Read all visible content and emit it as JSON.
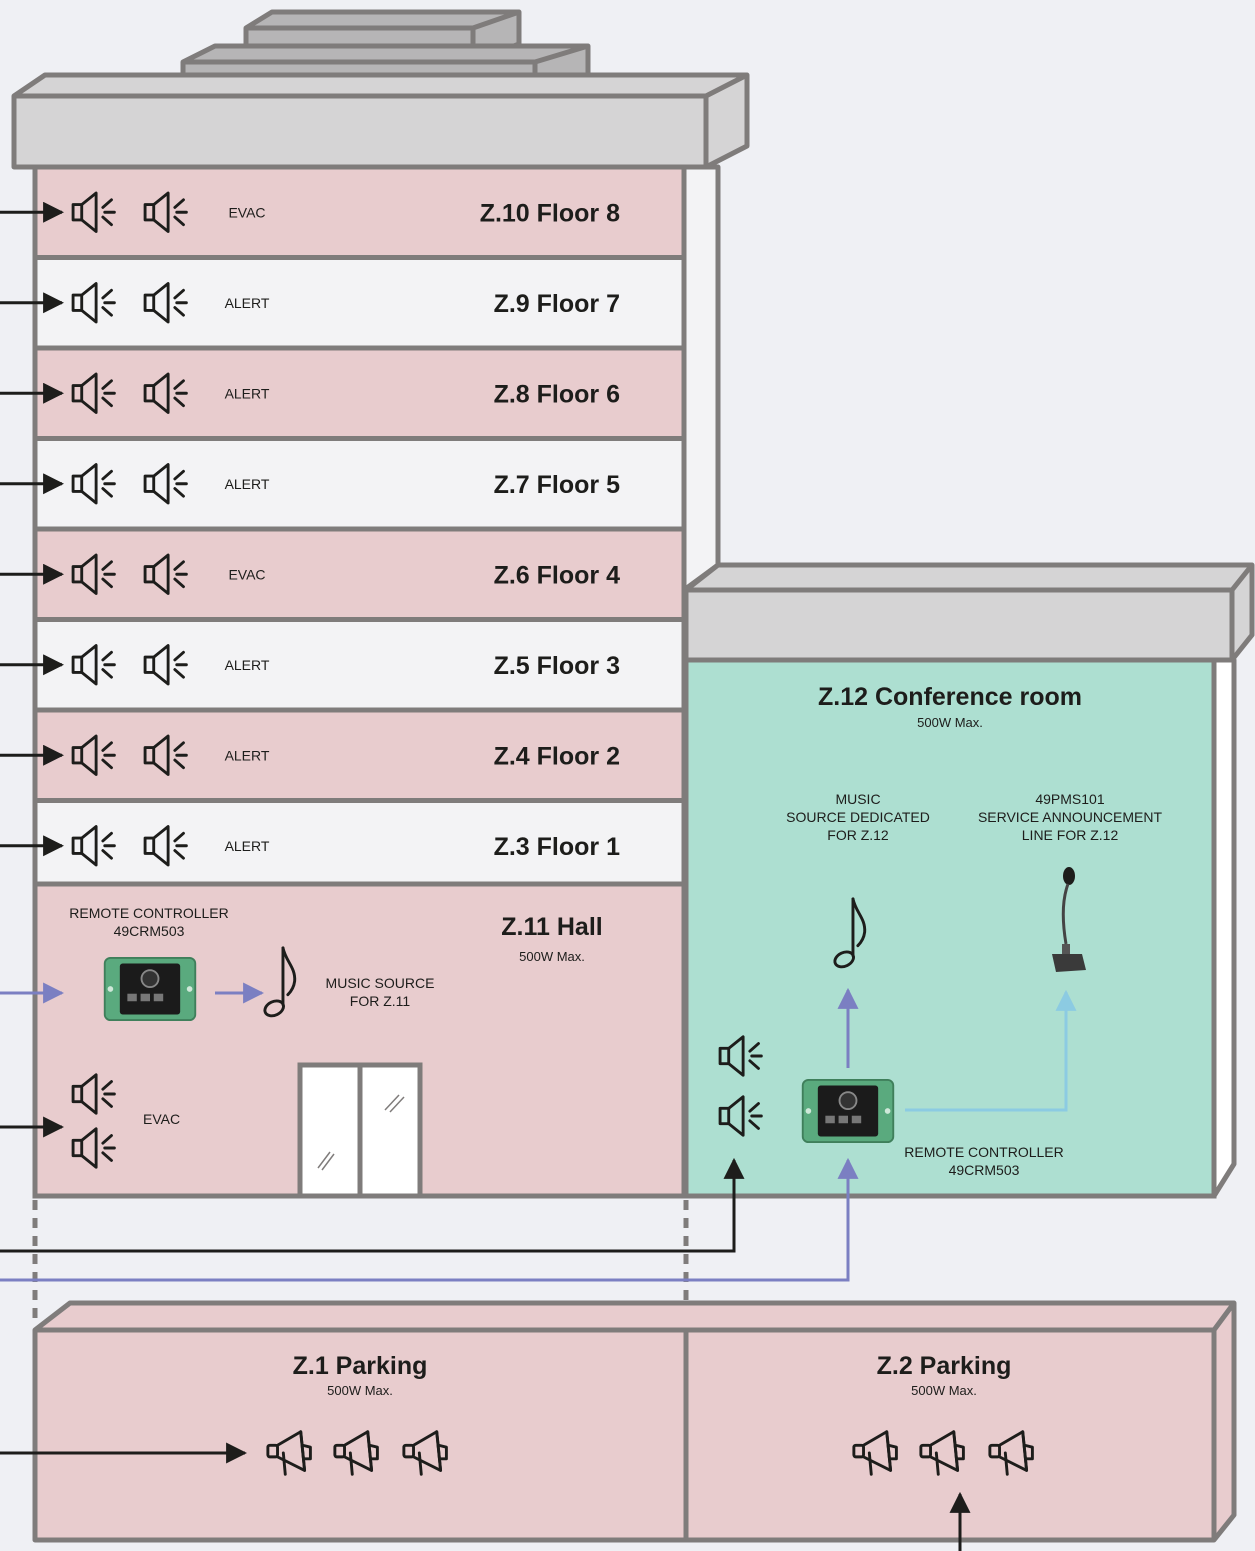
{
  "colors": {
    "background": "#eff0f4",
    "wall": "#7f7c7b",
    "roof_light": "#d5d4d5",
    "roof_dark": "#b6b5b6",
    "floor_pink": "#e8ccce",
    "floor_white": "#f3f3f5",
    "conference": "#addfd1",
    "music_line": "#7b7fc2",
    "mic_line": "#8ccbe2",
    "speaker_line": "#1d1d1b"
  },
  "floors": [
    {
      "zone": "Z.10 Floor 8",
      "mode": "EVAC",
      "shade": "pink"
    },
    {
      "zone": "Z.9 Floor 7",
      "mode": "ALERT",
      "shade": "white"
    },
    {
      "zone": "Z.8 Floor 6",
      "mode": "ALERT",
      "shade": "pink"
    },
    {
      "zone": "Z.7 Floor 5",
      "mode": "ALERT",
      "shade": "white"
    },
    {
      "zone": "Z.6 Floor 4",
      "mode": "EVAC",
      "shade": "pink"
    },
    {
      "zone": "Z.5 Floor 3",
      "mode": "ALERT",
      "shade": "white"
    },
    {
      "zone": "Z.4 Floor 2",
      "mode": "ALERT",
      "shade": "pink"
    },
    {
      "zone": "Z.3 Floor 1",
      "mode": "ALERT",
      "shade": "white"
    }
  ],
  "hall": {
    "title": "Z.11 Hall",
    "power": "500W Max.",
    "controller_label_1": "REMOTE CONTROLLER",
    "controller_label_2": "49CRM503",
    "music_label_1": "MUSIC SOURCE",
    "music_label_2": "FOR Z.11",
    "mode": "EVAC"
  },
  "conference": {
    "title": "Z.12 Conference room",
    "power": "500W Max.",
    "music_label_1": "MUSIC",
    "music_label_2": "SOURCE DEDICATED",
    "music_label_3": "FOR Z.12",
    "mic_label_1": "49PMS101",
    "mic_label_2": "SERVICE ANNOUNCEMENT",
    "mic_label_3": "LINE FOR Z.12",
    "controller_label_1": "REMOTE CONTROLLER",
    "controller_label_2": "49CRM503"
  },
  "parking": [
    {
      "title": "Z.1 Parking",
      "power": "500W Max."
    },
    {
      "title": "Z.2 Parking",
      "power": "500W Max."
    }
  ]
}
